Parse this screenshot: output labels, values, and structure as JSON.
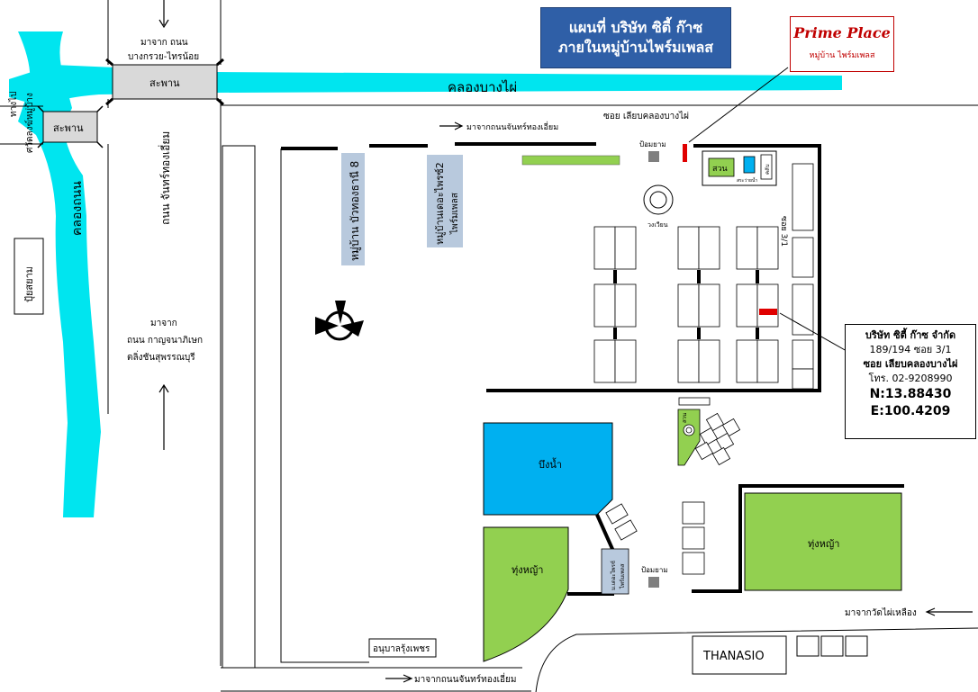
{
  "title": {
    "line1": "แผนที่ บริษัท ซิตี้ ก๊าซ",
    "line2": "ภายในหมู่บ้านไพร์มเพลส"
  },
  "brand": {
    "name": "Prime Place",
    "subtitle": "หมู่บ้าน ไพร์มเพลส"
  },
  "company": {
    "name": "บริษัท ซิตี้ ก๊าซ จำกัด",
    "address": "189/194 ซอย 3/1",
    "soi": "ซอย เลียบคลองบางไผ่",
    "phone": "โทร. 02-9208990",
    "lat": "N:13.88430",
    "lon": "E:100.4209"
  },
  "labels": {
    "canal_bangphai": "คลองบางไผ่",
    "canal_thanon": "คลองถนน",
    "bridge_top": "สะพาน",
    "bridge_left": "สะพาน",
    "from_bangkruai_1": "มาจาก ถนน",
    "from_bangkruai_2": "บางกรวย-ไทรน้อย",
    "to_wat_1": "ทางไป",
    "to_wat_2": "ศวัดลงฆ์หมู่บ้าง",
    "road_chanthong": "ถนน จันทร์ทองเอี่ยม",
    "from_kanchana_1": "มาจาก",
    "from_kanchana_2": "ถนน กาญจนาภิเษก",
    "from_kanchana_3": "ตลิ่งชันสุพรรณบุรี",
    "police_box": "ปุ้ยสยาม",
    "soi_bangphai": "ซอย เลียบคลองบางไผ่",
    "from_chanthong_top": "มาจากถนนจันทร์ทองเอี่ยม",
    "from_chanthong_bottom": "มาจากถนนจันทร์ทองเอี่ยม",
    "from_wat_bailueang": "มาจากวัดไผ่เหลือง",
    "guard_top": "ป้อมยาม",
    "guard_bottom": "ป้อมยาม",
    "village_buathong": "หมู่บ้าน บัวทองธานี 8",
    "village_prime2_1": "หมู่บ้านเดอะไพรซ์2",
    "village_prime2_2": "ไพร์มเพลส",
    "garden": "สวน",
    "pool": "สระว่ายน้ำ",
    "clubhouse": "คลับ",
    "roundabout": "วงเวียน",
    "soi_31": "ซอย 3/1",
    "pond": "บึงน้ำ",
    "meadow_left": "ทุ่งหญ้า",
    "meadow_right": "ทุ่งหญ้า",
    "garden_small": "สวน",
    "kindergarten": "อนุบาลรุ้งเพชร",
    "thanasio": "THANASIO",
    "prime_market_1": "ม.เดอะไพรซ์",
    "prime_market_2": "ไพร์มเพลส"
  },
  "colors": {
    "canal": "#00e5ef",
    "title_bg": "#2f5fa7",
    "village_label_bg": "#b8c9dd",
    "grass": "#92d050",
    "pond": "#00b0f0",
    "marker": "#e00000",
    "bridge": "#d9d9d9",
    "brand_red": "#c00000"
  }
}
